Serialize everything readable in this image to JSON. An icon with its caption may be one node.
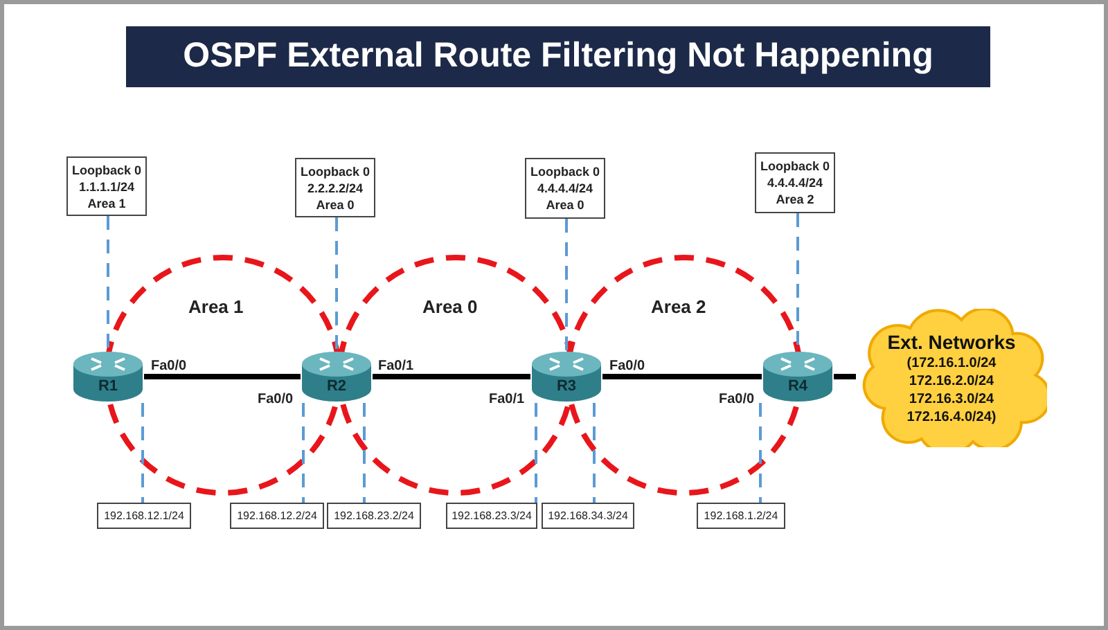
{
  "diagram": {
    "title": "OSPF External Route Filtering Not Happening",
    "nodes": [
      {
        "text": [
          "Loopback 0",
          "1.1.1.1/24",
          "Area 1"
        ]
      },
      {
        "text": [
          "Loopback 0",
          "2.2.2.2/24",
          "Area 0"
        ]
      },
      {
        "text": [
          "Loopback 0",
          "4.4.4.4/24",
          "Area 0"
        ]
      },
      {
        "text": [
          "Loopback 0",
          "4.4.4.4/24",
          "Area 2"
        ]
      },
      {
        "text": [
          "R1"
        ]
      },
      {
        "text": [
          "R2"
        ]
      },
      {
        "text": [
          "R3"
        ]
      },
      {
        "text": [
          "R4"
        ]
      },
      {
        "text": [
          "Ext. Networks",
          "(172.16.1.0/24 172.16.2.0/24 172.16.3.0/24 172.16.4.0/24)"
        ]
      },
      {
        "text": [
          "192.168.12.1/24"
        ]
      },
      {
        "text": [
          "192.168.12.2/24"
        ]
      },
      {
        "text": [
          "192.168.23.2/24"
        ]
      },
      {
        "text": [
          "192.168.23.3/24"
        ]
      },
      {
        "text": [
          "192.168.34.3/24"
        ]
      },
      {
        "text": [
          "192.168.1.2/24"
        ]
      }
    ],
    "edges": [
      {
        "from": 0,
        "to": 4,
        "arrow": "none",
        "style": "dashed"
      },
      {
        "from": 1,
        "to": 5,
        "arrow": "none",
        "style": "dashed"
      },
      {
        "from": 2,
        "to": 6,
        "arrow": "none",
        "style": "dashed"
      },
      {
        "from": 3,
        "to": 7,
        "arrow": "none",
        "style": "dashed"
      },
      {
        "from": 4,
        "to": 5,
        "arrow": "none",
        "style": "thick",
        "color": "#000000"
      },
      {
        "from": 5,
        "to": 6,
        "arrow": "none",
        "style": "thick",
        "color": "#000000"
      },
      {
        "from": 6,
        "to": 7,
        "arrow": "none",
        "style": "thick",
        "color": "#000000"
      },
      {
        "from": 7,
        "to": 8,
        "arrow": "none",
        "style": "thick",
        "color": "#000000"
      },
      {
        "from": 4,
        "to": 9,
        "arrow": "none",
        "style": "dashed"
      },
      {
        "from": 5,
        "to": 10,
        "arrow": "none",
        "style": "dashed"
      },
      {
        "from": 5,
        "to": 11,
        "arrow": "none",
        "style": "dashed"
      },
      {
        "from": 6,
        "to": 12,
        "arrow": "none",
        "style": "dashed"
      },
      {
        "from": 6,
        "to": 13,
        "arrow": "none",
        "style": "dashed"
      },
      {
        "from": 7,
        "to": 14,
        "arrow": "none",
        "style": "dashed"
      }
    ],
    "labels": [
      "Area 1",
      "Area 0",
      "Area 2",
      "Fa0/0",
      "Fa0/0",
      "Fa0/1",
      "Fa0/1",
      "Fa0/0",
      "Fa0/0"
    ]
  }
}
